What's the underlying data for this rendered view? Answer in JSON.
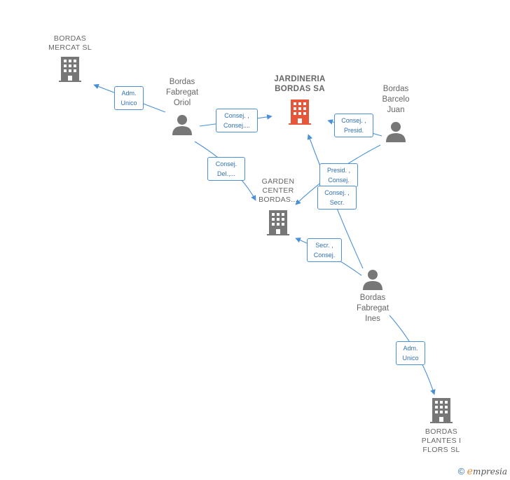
{
  "nodes": {
    "bordas_mercat": {
      "label": "BORDAS\nMERCAT  SL",
      "type": "company"
    },
    "jardineria": {
      "label": "JARDINERIA\nBORDAS SA",
      "type": "company-main",
      "color": "#e8563a"
    },
    "garden_center": {
      "label": "GARDEN\nCENTER\nBORDAS...",
      "type": "company"
    },
    "bordas_plantes": {
      "label": "BORDAS\nPLANTES I\nFLORS SL",
      "type": "company"
    },
    "fabregat_oriol": {
      "label": "Bordas\nFabregat\nOriol",
      "type": "person"
    },
    "barcelo_juan": {
      "label": "Bordas\nBarcelo\nJuan",
      "type": "person"
    },
    "fabregat_ines": {
      "label": "Bordas\nFabregat\nInes",
      "type": "person"
    }
  },
  "edges": {
    "oriol_mercat": "Adm.\nUnico",
    "oriol_jardineria": "Consej. ,\nConsej....",
    "oriol_garden": "Consej.\nDel.,...",
    "juan_jardineria": "Consej. ,\nPresid.",
    "juan_garden": "Presid. ,\nConsej.",
    "ines_garden_1": "Consej. ,\nSecr.",
    "ines_garden_2": "Secr. ,\nConsej.",
    "ines_plantes": "Adm.\nUnico"
  },
  "colors": {
    "edge": "#4a90d9",
    "building": "#777777",
    "person": "#777777",
    "main": "#e8563a"
  },
  "footer": {
    "copyright": "©",
    "brand_first": "e",
    "brand_rest": "mpresia"
  }
}
